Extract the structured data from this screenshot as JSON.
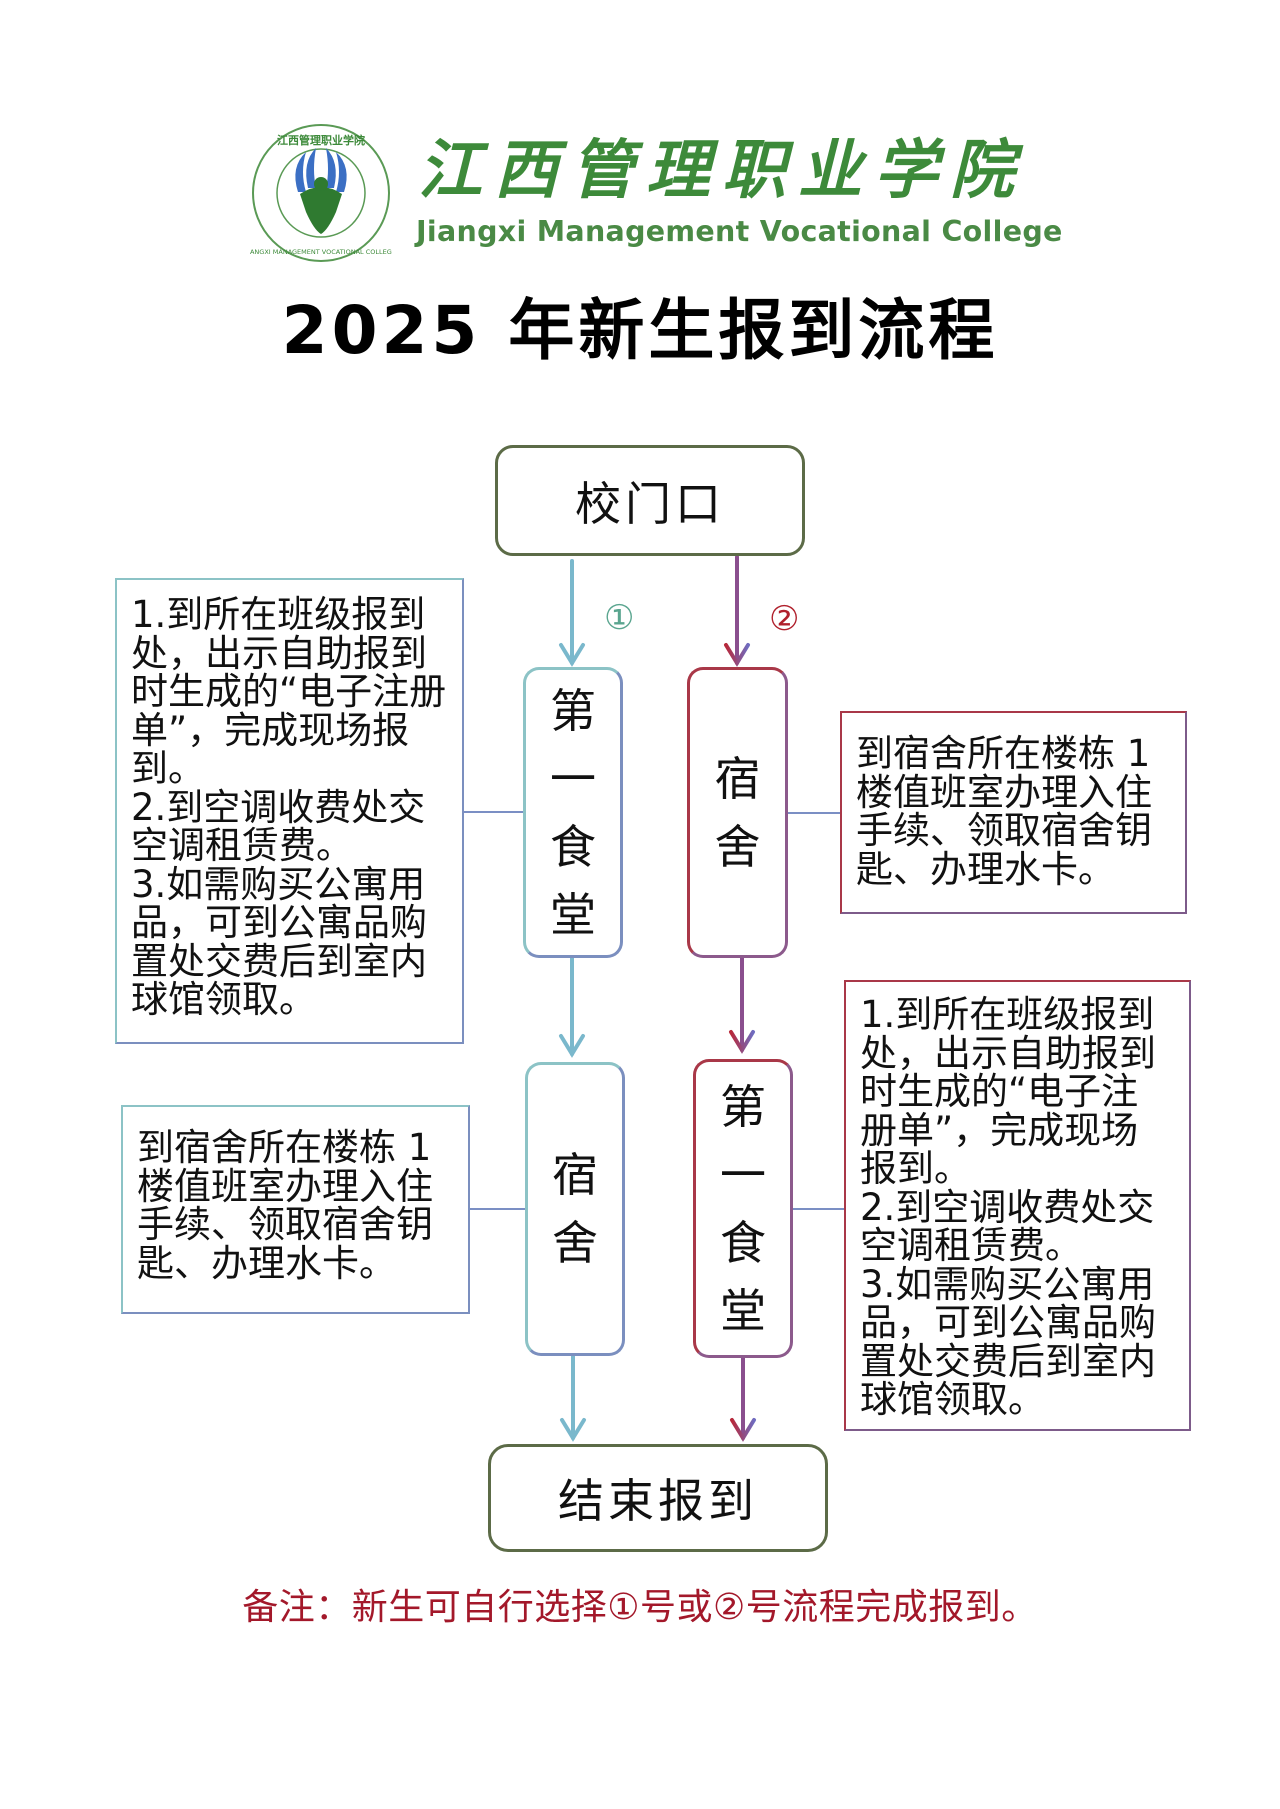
{
  "header": {
    "college_name_cn": "江西管理职业学院",
    "college_name_en": "Jiangxi Management Vocational College",
    "emblem_ring_text_cn": "江西管理职业学院",
    "emblem_ring_text_en": "JIANGXI MANAGEMENT VOCATIONAL COLLEGE"
  },
  "title": "2025 年新生报到流程",
  "flow": {
    "start": "校门口",
    "end": "结束报到",
    "route_labels": [
      "①",
      "②"
    ],
    "route1": {
      "step1": {
        "label_chars": [
          "第",
          "一",
          "食",
          "堂"
        ]
      },
      "step1_detail": [
        "1.到所在班级报到处，出示自助报到时生成的“电子注册单”，完成现场报到。",
        "2.到空调收费处交空调租赁费。",
        "3.如需购买公寓用品，可到公寓品购置处交费后到室内球馆领取。"
      ],
      "step2": {
        "label_chars": [
          "宿",
          "舍"
        ]
      },
      "step2_detail": [
        "到宿舍所在楼栋 1 楼值班室办理入住手续、领取宿舍钥匙、办理水卡。"
      ]
    },
    "route2": {
      "step1": {
        "label_chars": [
          "宿",
          "舍"
        ]
      },
      "step1_detail": [
        "到宿舍所在楼栋 1 楼值班室办理入住手续、领取宿舍钥匙、办理水卡。"
      ],
      "step2": {
        "label_chars": [
          "第",
          "一",
          "食",
          "堂"
        ]
      },
      "step2_detail": [
        "1.到所在班级报到处，出示自助报到时生成的“电子注册单”，完成现场报到。",
        "2.到空调收费处交空调租赁费。",
        "3.如需购买公寓用品，可到公寓品购置处交费后到室内球馆领取。"
      ]
    }
  },
  "note": "备注：新生可自行选择①号或②号流程完成报到。",
  "colors": {
    "brand_green": "#3d8a3a",
    "route1_blue": "#7ab8cc",
    "route2_purple": "#8a4f8e",
    "route2_red": "#a93848",
    "node_border_olive": "#5c6b47",
    "note_red": "#a3182a"
  }
}
